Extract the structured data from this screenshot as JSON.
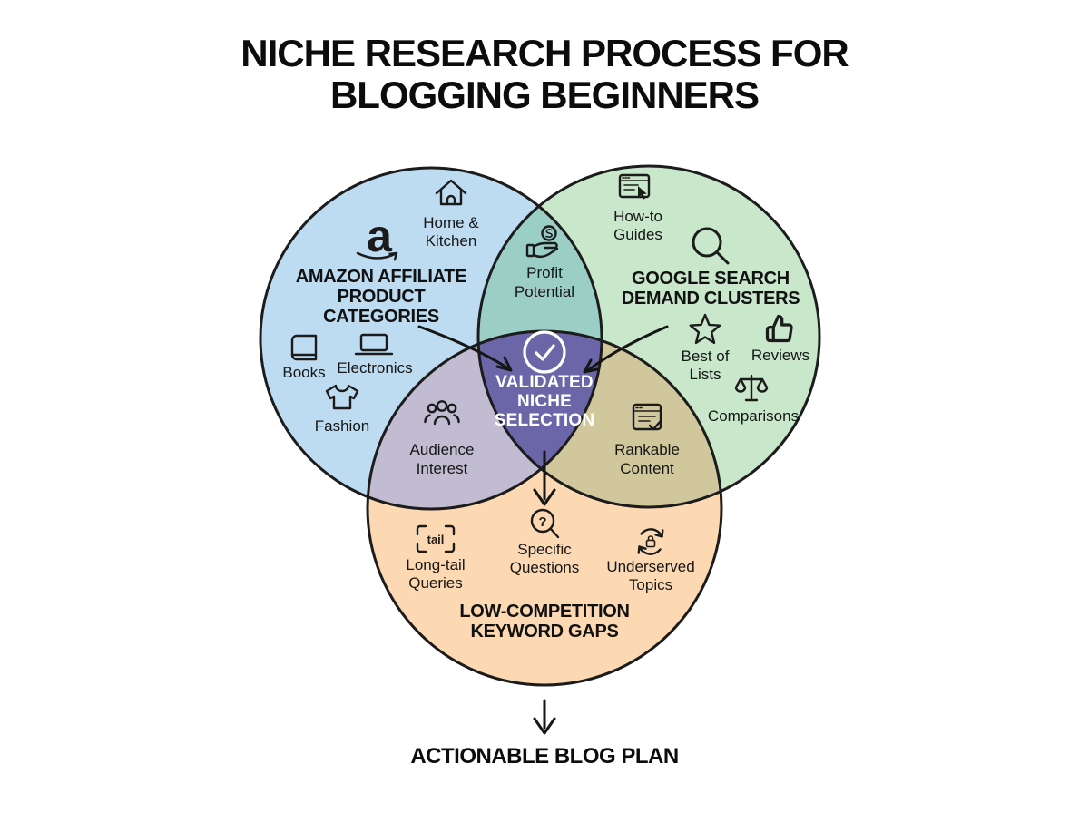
{
  "page": {
    "title_lines": [
      "NICHE RESEARCH PROCESS FOR",
      "BLOGGING BEGINNERS"
    ],
    "footer_label": "ACTIONABLE BLOG PLAN"
  },
  "colors": {
    "amazon_fill": "#bddcf1",
    "google_fill": "#c9e7cb",
    "keyword_fill": "#fcd9b3",
    "profit_fill": "#9bcfc6",
    "audience_fill": "#c1bcd2",
    "rankable_fill": "#d1c79c",
    "center_fill": "#6b66a8",
    "outline": "#1c1c1c"
  },
  "amazon": {
    "logo_glyph": "a",
    "logo_icon": "amazon-smile-icon",
    "title_lines": [
      "AMAZON AFFILIATE",
      "PRODUCT",
      "CATEGORIES"
    ],
    "items": {
      "home_kitchen": {
        "icon": "house-icon",
        "lines": [
          "Home &",
          "Kitchen"
        ]
      },
      "books": {
        "icon": "book-icon",
        "label": "Books"
      },
      "electronics": {
        "icon": "laptop-icon",
        "label": "Electronics"
      },
      "fashion": {
        "icon": "tshirt-icon",
        "label": "Fashion"
      }
    }
  },
  "google": {
    "icon": "search-icon",
    "title_lines": [
      "GOOGLE SEARCH",
      "DEMAND CLUSTERS"
    ],
    "items": {
      "howto": {
        "icon": "browser-pointer-icon",
        "lines": [
          "How-to",
          "Guides"
        ]
      },
      "bestof": {
        "icon": "star-icon",
        "lines": [
          "Best of",
          "Lists"
        ]
      },
      "reviews": {
        "icon": "thumbs-up-icon",
        "label": "Reviews"
      },
      "comparisons": {
        "icon": "scales-icon",
        "label": "Comparisons"
      }
    }
  },
  "keyword": {
    "title_lines": [
      "LOW-COMPETITION",
      "KEYWORD GAPS"
    ],
    "items": {
      "longtail": {
        "icon": "longtail-brackets-icon",
        "glyph": "tail",
        "lines": [
          "Long-tail",
          "Queries"
        ]
      },
      "specific": {
        "icon": "question-search-icon",
        "glyph": "?",
        "lines": [
          "Specific",
          "Questions"
        ]
      },
      "underserved": {
        "icon": "refresh-lock-icon",
        "lines": [
          "Underserved",
          "Topics"
        ]
      }
    }
  },
  "overlaps": {
    "profit": {
      "icon": "hand-coin-icon",
      "lines": [
        "Profit",
        "Potential"
      ]
    },
    "audience": {
      "icon": "people-icon",
      "lines": [
        "Audience",
        "Interest"
      ]
    },
    "rankable": {
      "icon": "doc-check-icon",
      "lines": [
        "Rankable",
        "Content"
      ]
    },
    "center": {
      "icon": "check-circle-icon",
      "lines": [
        "VALIDATED",
        "NICHE",
        "SELECTION"
      ]
    }
  }
}
